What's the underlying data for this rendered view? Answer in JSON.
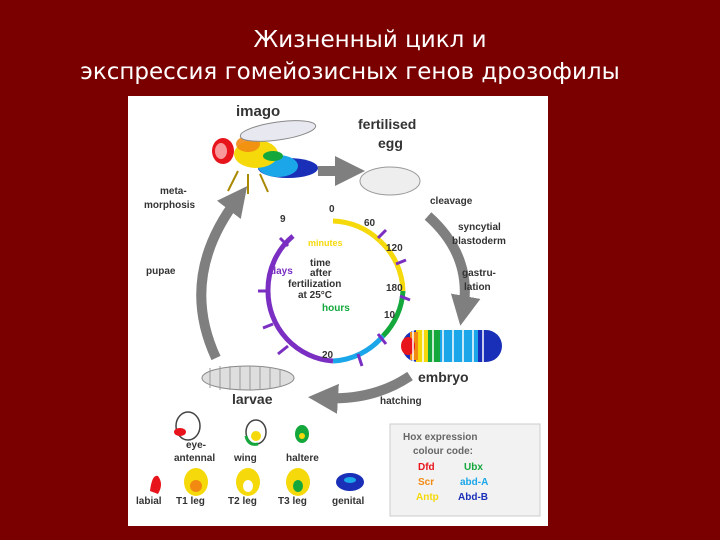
{
  "title": {
    "line1": "Жизненный цикл и",
    "line2": "экспрессия гомейозисных генов дрозофилы"
  },
  "cycle": {
    "imago": "imago",
    "egg_line1": "fertilised",
    "egg_line2": "egg",
    "cleavage": "cleavage",
    "syncytial_line1": "syncytial",
    "syncytial_line2": "blastoderm",
    "gastru_line1": "gastru-",
    "gastru_line2": "lation",
    "embryo": "embryo",
    "hatching": "hatching",
    "larvae": "larvae",
    "pupae": "pupae",
    "meta_line1": "meta-",
    "meta_line2": "morphosis"
  },
  "clock": {
    "days_label": "days",
    "hours_label": "hours",
    "minutes_label": "minutes",
    "center_line1": "time",
    "center_line2": "after",
    "center_line3": "fertilization",
    "center_line4": "at 25°C",
    "ticks": [
      "0",
      "60",
      "120",
      "180",
      "10",
      "20",
      "9"
    ]
  },
  "discs": {
    "eye": "eye-",
    "antennal": "antennal",
    "wing": "wing",
    "haltere": "haltere",
    "labial": "labial",
    "t1": "T1 leg",
    "t2": "T2 leg",
    "t3": "T3 leg",
    "genital": "genital"
  },
  "legend": {
    "title_line1": "Hox expression",
    "title_line2": "colour code:",
    "items": [
      {
        "name": "Dfd",
        "color": "#e8141b"
      },
      {
        "name": "Ubx",
        "color": "#14a83c"
      },
      {
        "name": "Scr",
        "color": "#f28a12"
      },
      {
        "name": "abd-A",
        "color": "#1aa6e8"
      },
      {
        "name": "Antp",
        "color": "#f5d90a"
      },
      {
        "name": "Abd-B",
        "color": "#1a2fb8"
      }
    ]
  },
  "colors": {
    "background": "#7a0000",
    "arrow": "#7f7f7f",
    "red": "#e8141b",
    "orange": "#f28a12",
    "yellow": "#f5d90a",
    "green": "#14a83c",
    "lightblue": "#1aa6e8",
    "blue": "#1a2fb8",
    "purple": "#7a2fc2"
  }
}
